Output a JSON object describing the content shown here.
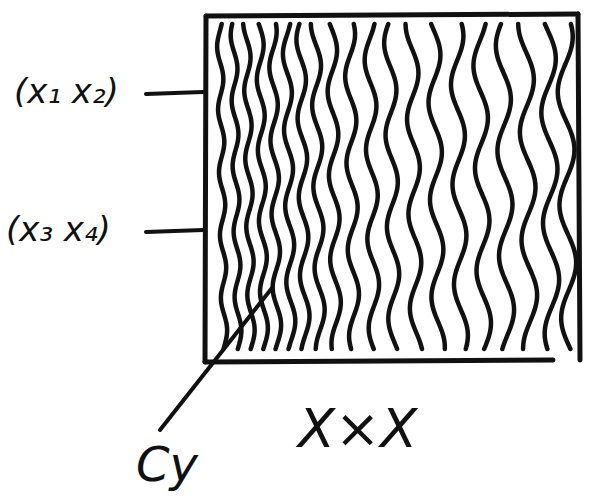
{
  "diagram": {
    "labels": [
      "(x₁ x₂)",
      "(x₃ x₄)",
      "Cy",
      "X×X"
    ]
  }
}
